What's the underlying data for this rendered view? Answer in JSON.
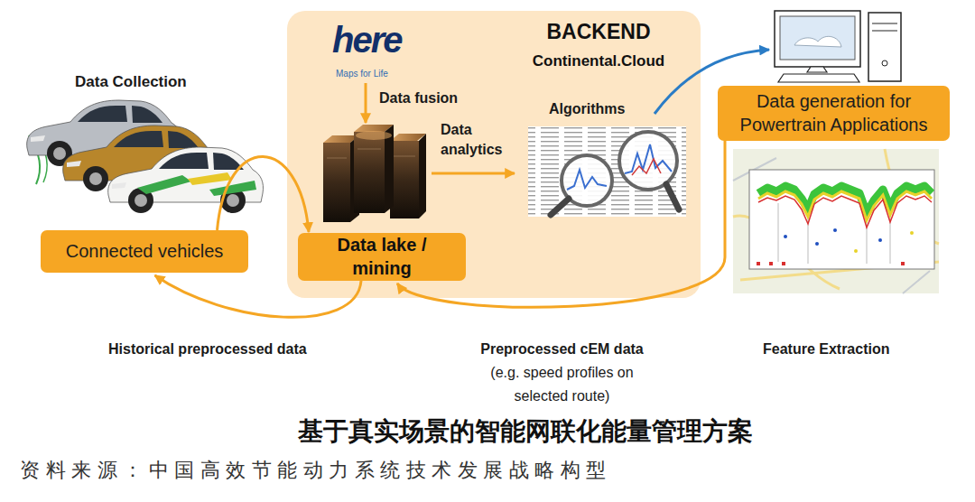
{
  "diagram": {
    "caption": "基于真实场景的智能网联化能量管理方案",
    "nodes": [
      {
        "text": [
          "Connected vehicles"
        ]
      },
      {
        "text": [
          "BACKEND",
          "Continental.Cloud"
        ]
      },
      {
        "text": [
          "Data lake / mining"
        ],
        "in": 1
      },
      {
        "text": [
          "Data generation for Powertrain Applications"
        ]
      }
    ],
    "edges": [
      {
        "from": 0,
        "to": 2,
        "arrow": "to"
      },
      {
        "from": 2,
        "to": 0,
        "label": "Historical preprocessed data",
        "arrow": "to"
      },
      {
        "from": 3,
        "to": 2,
        "label": "Preprocessed cEM data",
        "arrow": "to"
      }
    ],
    "labels": [
      "Data Collection",
      "here",
      "Maps for Life",
      "Data fusion",
      "Data analytics",
      "Algorithms",
      "(e.g. speed profiles on selected route)",
      "Feature Extraction",
      "资料来源：中国高效节能动力系统技术发展战略构型"
    ]
  }
}
